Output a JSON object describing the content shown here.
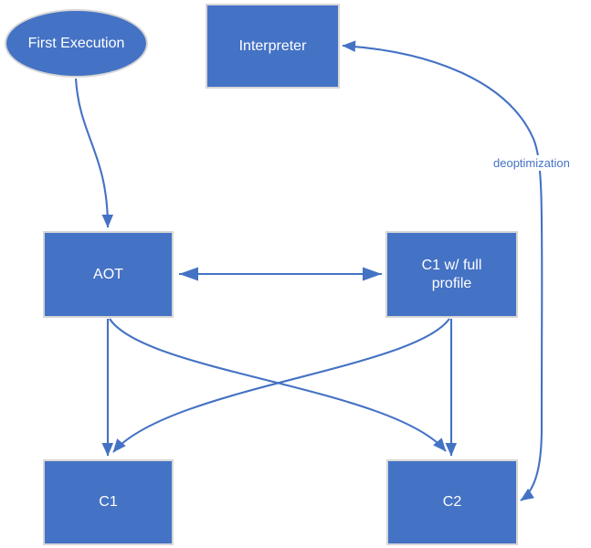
{
  "diagram": {
    "colors": {
      "shape_fill": "#4472C4",
      "shape_border": "#D6D6D6",
      "connector": "#4472C4",
      "node_text": "#FFFFFF",
      "edge_label": "#4472C4",
      "background": "#FFFFFF"
    },
    "nodes": [
      {
        "id": "first-execution",
        "shape": "ellipse",
        "label": "First Execution"
      },
      {
        "id": "interpreter",
        "shape": "rect",
        "label": "Interpreter"
      },
      {
        "id": "aot",
        "shape": "rect",
        "label": "AOT"
      },
      {
        "id": "c1-full-profile",
        "shape": "rect",
        "label": "C1 w/ full profile"
      },
      {
        "id": "c1",
        "shape": "rect",
        "label": "C1"
      },
      {
        "id": "c2",
        "shape": "rect",
        "label": "C2"
      }
    ],
    "edges": [
      {
        "from": "first-execution",
        "to": "aot",
        "direction": "one-way",
        "label": ""
      },
      {
        "from": "aot",
        "to": "c1-full-profile",
        "direction": "two-way",
        "label": ""
      },
      {
        "from": "aot",
        "to": "c1",
        "direction": "one-way",
        "label": ""
      },
      {
        "from": "aot",
        "to": "c2",
        "direction": "one-way",
        "label": ""
      },
      {
        "from": "c1-full-profile",
        "to": "c2",
        "direction": "one-way",
        "label": ""
      },
      {
        "from": "c1-full-profile",
        "to": "c1",
        "direction": "one-way",
        "label": ""
      },
      {
        "from": "c2",
        "to": "interpreter",
        "direction": "two-way",
        "label": "deoptimization"
      }
    ]
  }
}
